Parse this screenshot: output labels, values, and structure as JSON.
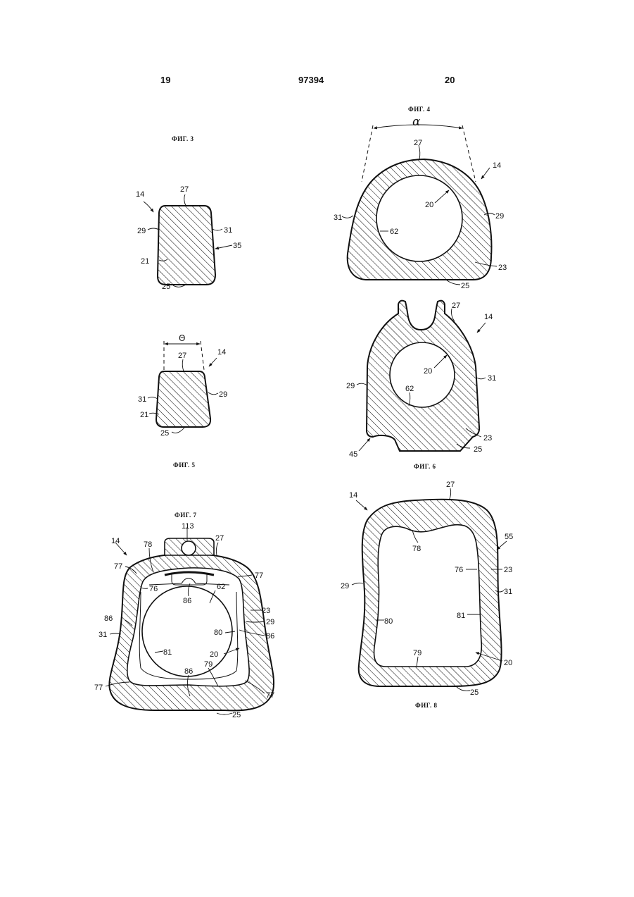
{
  "header": {
    "page_left": "19",
    "doc_number": "97394",
    "page_right": "20"
  },
  "figures": {
    "fig3": {
      "caption": "ФИГ. 3",
      "labels": {
        "l14": "14",
        "l27": "27",
        "l29": "29",
        "l31": "31",
        "l35": "35",
        "l21": "21",
        "l25": "25"
      }
    },
    "fig4": {
      "caption": "ФИГ. 4",
      "angle": "α",
      "labels": {
        "l27": "27",
        "l14": "14",
        "l20": "20",
        "l31": "31",
        "l29": "29",
        "l62": "62",
        "l23": "23",
        "l25": "25"
      }
    },
    "fig5": {
      "caption": "ФИГ. 5",
      "angle": "Θ",
      "labels": {
        "l27": "27",
        "l14": "14",
        "l31": "31",
        "l29": "29",
        "l21": "21",
        "l25": "25"
      }
    },
    "fig6": {
      "caption": "ФИГ. 6",
      "labels": {
        "l27": "27",
        "l14": "14",
        "l20": "20",
        "l29": "29",
        "l31": "31",
        "l62": "62",
        "l23": "23",
        "l45": "45",
        "l25": "25"
      }
    },
    "fig7": {
      "caption": "ФИГ. 7",
      "labels": {
        "l113": "113",
        "l14": "14",
        "l78": "78",
        "l27": "27",
        "l77a": "77",
        "l77b": "77",
        "l76": "76",
        "l62": "62",
        "l86a": "86",
        "l23": "23",
        "l86b": "86",
        "l29": "29",
        "l31": "31",
        "l86c": "86",
        "l80": "80",
        "l81": "81",
        "l20": "20",
        "l79": "79",
        "l86d": "86",
        "l77c": "77",
        "l77d": "77",
        "l25": "25"
      }
    },
    "fig8": {
      "caption": "ФИГ. 8",
      "labels": {
        "l14": "14",
        "l27": "27",
        "l55": "55",
        "l78": "78",
        "l76": "76",
        "l23": "23",
        "l29": "29",
        "l31": "31",
        "l80": "80",
        "l81": "81",
        "l79": "79",
        "l20": "20",
        "l25": "25"
      }
    }
  }
}
